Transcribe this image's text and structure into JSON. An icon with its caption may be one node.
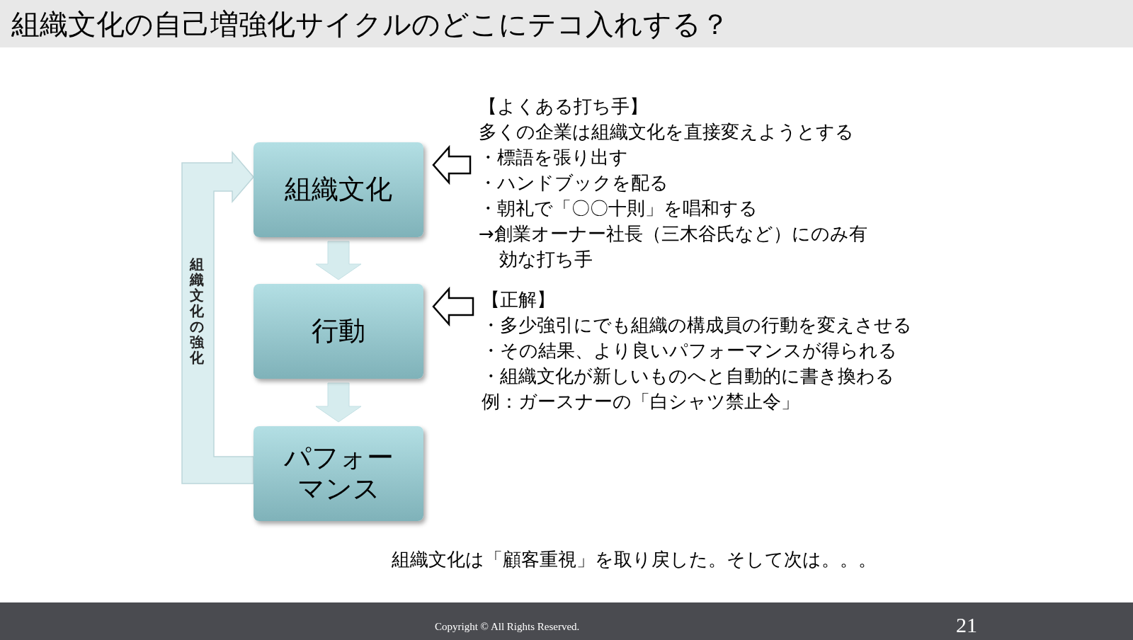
{
  "diagram": {
    "title": "組織文化の自己増強化サイクルのどこにテコ入れする？",
    "nodes": [
      {
        "text": [
          "組織文化"
        ]
      },
      {
        "text": [
          "行動"
        ]
      },
      {
        "text": [
          "パフォーマンス"
        ]
      },
      {
        "text": [
          "【よくある打ち手】",
          "多くの企業は組織文化を直接変えようとする",
          "・標語を張り出す",
          "・ハンドブックを配る",
          "・朝礼で「〇〇十則」を唱和する",
          "→創業オーナー社長（三木谷氏など）にのみ有効な打ち手"
        ]
      },
      {
        "text": [
          "【正解】",
          "・多少強引にでも組織の構成員の行動を変えさせる",
          "・その結果、より良いパフォーマンスが得られる",
          "・組織文化が新しいものへと自動的に書き換わる",
          "例：ガースナーの「白シャツ禁止令」"
        ]
      }
    ],
    "edges": [
      {
        "from": 0,
        "to": 1,
        "arrow": "to"
      },
      {
        "from": 1,
        "to": 2,
        "arrow": "to"
      },
      {
        "from": 2,
        "to": 0,
        "arrow": "to",
        "label": "組織文化の強化"
      },
      {
        "from": 3,
        "to": 0,
        "arrow": "to"
      },
      {
        "from": 4,
        "to": 1,
        "arrow": "to"
      }
    ],
    "labels": [
      "組織文化は「顧客重視」を取り戻した。そして次は。。。",
      "Copyright © All Rights Reserved.",
      "21"
    ]
  }
}
